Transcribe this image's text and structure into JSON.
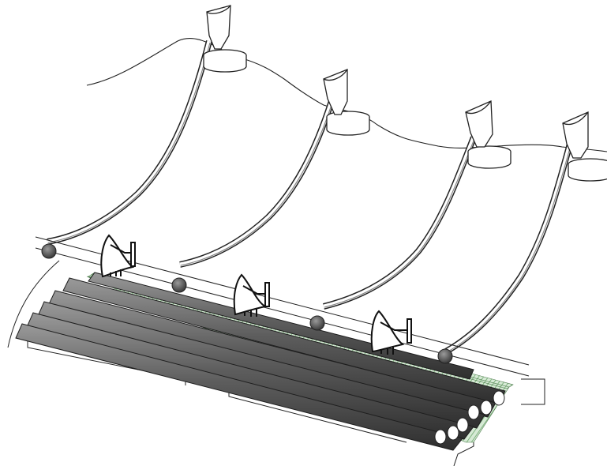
{
  "diagram": {
    "colors": {
      "line": "#222222",
      "pipe_dark": "#3c3c3c",
      "pipe_mid": "#6a6a6a",
      "pipe_light": "#9a9a9a",
      "green_fill": "#d6ead5",
      "green_hatch": "#6aa56a",
      "sensor_dot": "#5a5a5a",
      "hose_edge": "#7a7a7a"
    },
    "counts": {
      "dispensers": 4,
      "hoses": 4,
      "sensor_dots": 4,
      "antenna_units": 3,
      "pipes": 6
    }
  }
}
